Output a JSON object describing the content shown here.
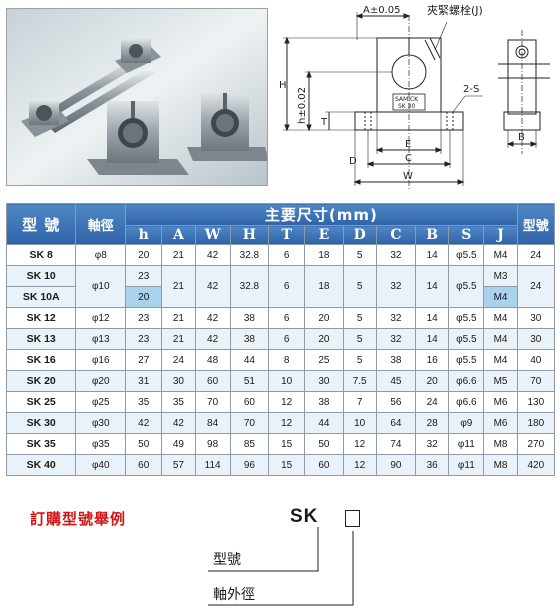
{
  "drawing": {
    "clamp_bolt_label": "夾緊螺栓(J)",
    "dim_A": "A±0.05",
    "dim_H": "H",
    "dim_h": "h±0.02",
    "dim_T": "T",
    "dim_2S": "2-S",
    "dim_E": "E",
    "dim_C": "C",
    "dim_D": "D",
    "dim_W": "W",
    "dim_B": "B",
    "body_mark_1": "SAMICK",
    "body_mark_2": "SK 30"
  },
  "table": {
    "model_header": "型 號",
    "diameter_header": "軸徑",
    "main_header": "主要尺寸(mm)",
    "weight_header": "型號",
    "columns": [
      "h",
      "A",
      "W",
      "H",
      "T",
      "E",
      "D",
      "C",
      "B",
      "S",
      "J"
    ],
    "rows": [
      {
        "model": "SK 8",
        "dia": "φ8",
        "h": "20",
        "A": "21",
        "W": "42",
        "H": "32.8",
        "T": "6",
        "E": "18",
        "D": "5",
        "C": "32",
        "B": "14",
        "S": "φ5.5",
        "J": "M4",
        "wt": "24"
      },
      {
        "model": "SK 10",
        "model2": "SK 10A",
        "dia": "φ10",
        "h": "23",
        "h2": "20",
        "A": "21",
        "W": "42",
        "H": "32.8",
        "T": "6",
        "E": "18",
        "D": "5",
        "C": "32",
        "B": "14",
        "S": "φ5.5",
        "J": "M3",
        "J2": "M4",
        "wt": "24"
      },
      {
        "model": "SK 12",
        "dia": "φ12",
        "h": "23",
        "A": "21",
        "W": "42",
        "H": "38",
        "T": "6",
        "E": "20",
        "D": "5",
        "C": "32",
        "B": "14",
        "S": "φ5.5",
        "J": "M4",
        "wt": "30"
      },
      {
        "model": "SK 13",
        "dia": "φ13",
        "h": "23",
        "A": "21",
        "W": "42",
        "H": "38",
        "T": "6",
        "E": "20",
        "D": "5",
        "C": "32",
        "B": "14",
        "S": "φ5.5",
        "J": "M4",
        "wt": "30"
      },
      {
        "model": "SK 16",
        "dia": "φ16",
        "h": "27",
        "A": "24",
        "W": "48",
        "H": "44",
        "T": "8",
        "E": "25",
        "D": "5",
        "C": "38",
        "B": "16",
        "S": "φ5.5",
        "J": "M4",
        "wt": "40"
      },
      {
        "model": "SK 20",
        "dia": "φ20",
        "h": "31",
        "A": "30",
        "W": "60",
        "H": "51",
        "T": "10",
        "E": "30",
        "D": "7.5",
        "C": "45",
        "B": "20",
        "S": "φ6.6",
        "J": "M5",
        "wt": "70"
      },
      {
        "model": "SK 25",
        "dia": "φ25",
        "h": "35",
        "A": "35",
        "W": "70",
        "H": "60",
        "T": "12",
        "E": "38",
        "D": "7",
        "C": "56",
        "B": "24",
        "S": "φ6.6",
        "J": "M6",
        "wt": "130"
      },
      {
        "model": "SK 30",
        "dia": "φ30",
        "h": "42",
        "A": "42",
        "W": "84",
        "H": "70",
        "T": "12",
        "E": "44",
        "D": "10",
        "C": "64",
        "B": "28",
        "S": "φ9",
        "J": "M6",
        "wt": "180"
      },
      {
        "model": "SK 35",
        "dia": "φ35",
        "h": "50",
        "A": "49",
        "W": "98",
        "H": "85",
        "T": "15",
        "E": "50",
        "D": "12",
        "C": "74",
        "B": "32",
        "S": "φ11",
        "J": "M8",
        "wt": "270"
      },
      {
        "model": "SK 40",
        "dia": "φ40",
        "h": "60",
        "A": "57",
        "W": "114",
        "H": "96",
        "T": "15",
        "E": "60",
        "D": "12",
        "C": "90",
        "B": "36",
        "S": "φ11",
        "J": "M8",
        "wt": "420"
      }
    ]
  },
  "order": {
    "title": "訂購型號舉例",
    "code": "SK",
    "label_model": "型號",
    "label_diameter": "軸外徑"
  }
}
